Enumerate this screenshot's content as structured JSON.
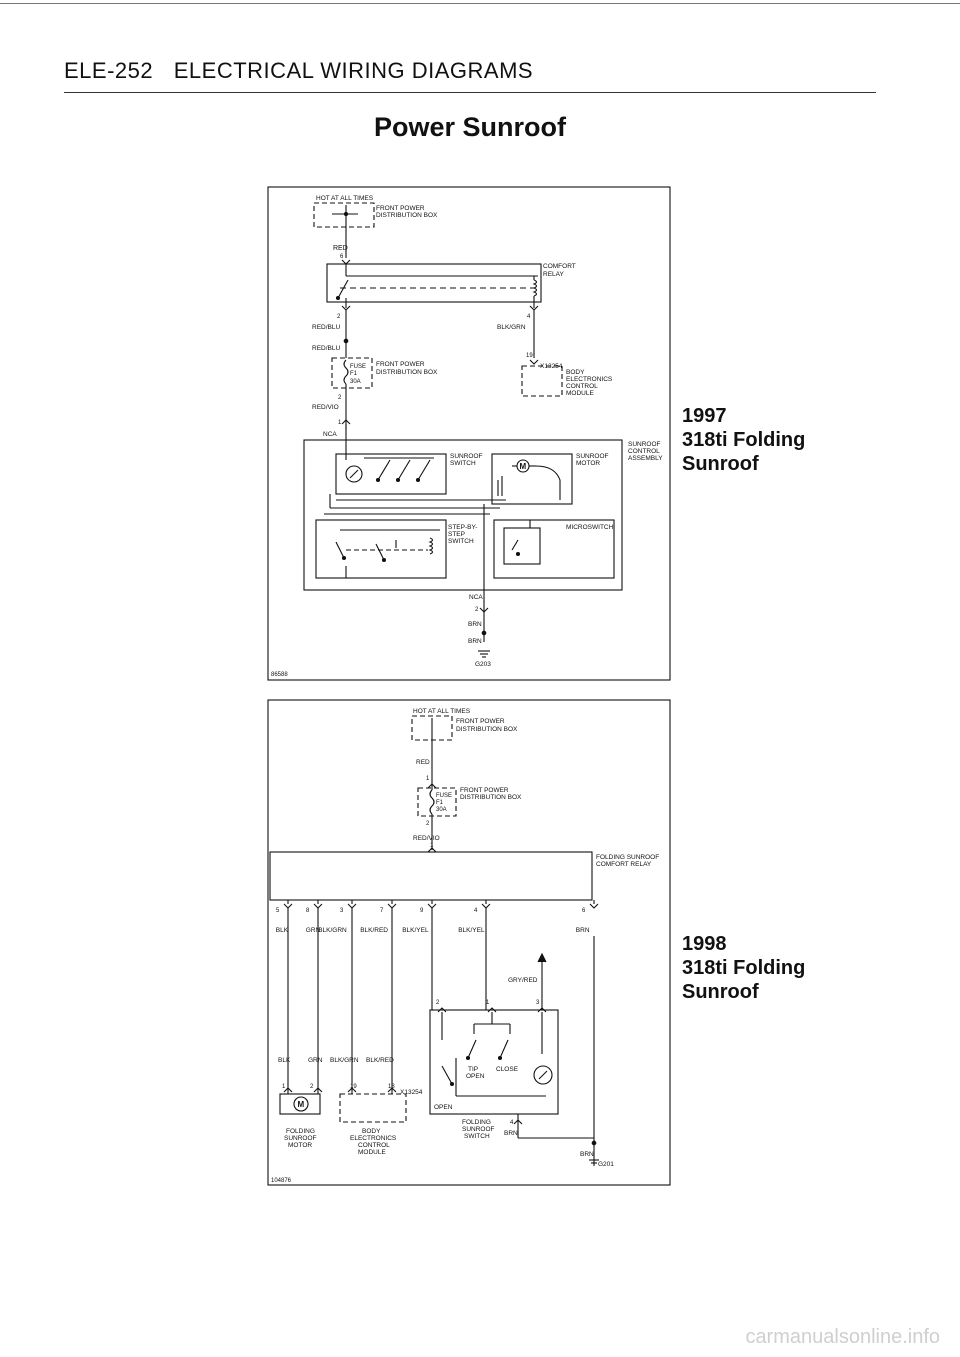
{
  "page": {
    "header_code": "ELE-252",
    "header_title": "ELECTRICAL WIRING DIAGRAMS",
    "title": "Power Sunroof",
    "watermark": "carmanualsonline.info"
  },
  "diagram_1997": {
    "figure_id": "86588",
    "side_year": "1997",
    "side_line1": "318ti Folding",
    "side_line2": "Sunroof",
    "hot_at_all_times": "HOT AT ALL TIMES",
    "front_power_box": "FRONT POWER",
    "distribution_box": "DISTRIBUTION BOX",
    "fuse_box_line1": "FRONT POWER",
    "fuse_box_line2": "DISTRIBUTION BOX",
    "fuse": "FUSE",
    "fuse_id": "F1",
    "fuse_rating": "30A",
    "wire_red": "RED",
    "pin_6": "6",
    "comfort_relay_line1": "COMFORT",
    "comfort_relay_line2": "RELAY",
    "pin_2": "2",
    "pin_4": "4",
    "wire_red_blu": "RED/BLU",
    "wire_blk_grn": "BLK/GRN",
    "pin_19": "19",
    "connector_x13254": "X13254",
    "bem_line1": "BODY",
    "bem_line2": "ELECTRONICS",
    "bem_line3": "CONTROL",
    "bem_line4": "MODULE",
    "wire_red_vio": "RED/VIO",
    "pin_1": "1",
    "connector_nca": "NCA",
    "sunroof_switch_line1": "SUNROOF",
    "sunroof_switch_line2": "SWITCH",
    "sunroof_motor_line1": "SUNROOF",
    "sunroof_motor_line2": "MOTOR",
    "assembly_line1": "SUNROOF",
    "assembly_line2": "CONTROL",
    "assembly_line3": "ASSEMBLY",
    "step_switch_line1": "STEP-BY-",
    "step_switch_line2": "STEP",
    "step_switch_line3": "SWITCH",
    "microswitch": "MICROSWITCH",
    "wire_brn": "BRN",
    "ground_g203": "G203"
  },
  "diagram_1998": {
    "figure_id": "104876",
    "side_year": "1998",
    "side_line1": "318ti Folding",
    "side_line2": "Sunroof",
    "hot_at_all_times": "HOT AT ALL TIMES",
    "front_power_box": "FRONT POWER",
    "distribution_box": "DISTRIBUTION BOX",
    "fuse_box_line1": "FRONT POWER",
    "fuse_box_line2": "DISTRIBUTION BOX",
    "fuse": "FUSE",
    "fuse_id": "F1",
    "fuse_rating": "30A",
    "wire_red": "RED",
    "pin_1": "1",
    "pin_2": "2",
    "wire_red_vio": "RED/VIO",
    "relay_line1": "FOLDING SUNROOF",
    "relay_line2": "COMFORT RELAY",
    "relay_pins": [
      "5",
      "8",
      "3",
      "7",
      "9",
      "4",
      "6"
    ],
    "relay_wires": [
      "BLK",
      "GRN",
      "BLK/GRN",
      "BLK/RED",
      "BLK/YEL",
      "BLK/YEL",
      "BRN"
    ],
    "wire_gry_red": "GRY/RED",
    "switch_pin_2": "2",
    "switch_pin_1": "1",
    "switch_pin_3": "3",
    "motor_wires": [
      "BLK",
      "GRN",
      "BLK/GRN",
      "BLK/RED"
    ],
    "motor_pin_1": "1",
    "motor_pin_2": "2",
    "bem_pin_19": "19",
    "bem_pin_18": "18",
    "connector_x13254": "X13254",
    "tip": "TIP",
    "close": "CLOSE",
    "tip_open": "OPEN",
    "open": "OPEN",
    "folding_motor_line1": "FOLDING",
    "folding_motor_line2": "SUNROOF",
    "folding_motor_line3": "MOTOR",
    "bem_line1": "BODY",
    "bem_line2": "ELECTRONICS",
    "bem_line3": "CONTROL",
    "bem_line4": "MODULE",
    "folding_switch_line1": "FOLDING",
    "folding_switch_line2": "SUNROOF",
    "folding_switch_line3": "SWITCH",
    "switch_pin_4": "4",
    "wire_brn": "BRN",
    "ground_g201": "G201"
  }
}
